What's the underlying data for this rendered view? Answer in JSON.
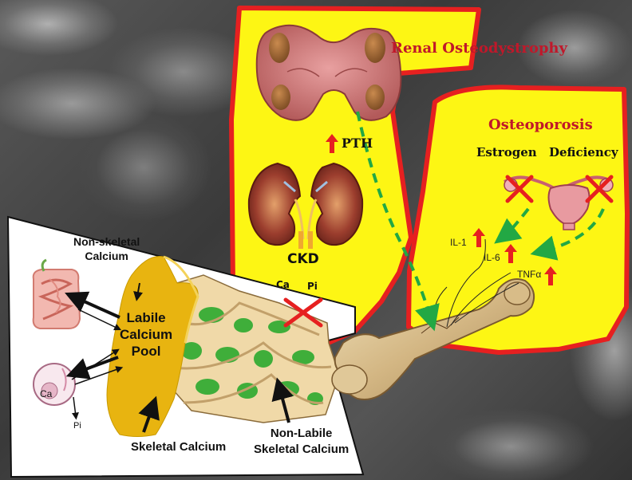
{
  "renal": {
    "title": "Renal Osteodystrophy",
    "pth": "PTH",
    "ckd": "CKD",
    "ca": "Ca",
    "pi": "Pi"
  },
  "osteoporosis": {
    "title": "Osteoporosis",
    "estrogen": "Estrogen",
    "deficiency": "Deficiency",
    "il1": "IL-1",
    "il6": "IL-6",
    "tnf": "TNFα"
  },
  "calcium_panel": {
    "non_skeletal": "Non-skeletal\nCalcium",
    "labile_pool": "Labile\nCalcium\nPool",
    "skeletal": "Skeletal Calcium",
    "non_labile": "Non-Labile\nSkeletal Calcium",
    "ca": "Ca",
    "pi": "Pi"
  },
  "colors": {
    "yellow": "#fdf614",
    "red_border": "#e62020",
    "title_red": "#c0182a",
    "arrow_green": "#22a844",
    "pool_gold": "#e8b410"
  }
}
